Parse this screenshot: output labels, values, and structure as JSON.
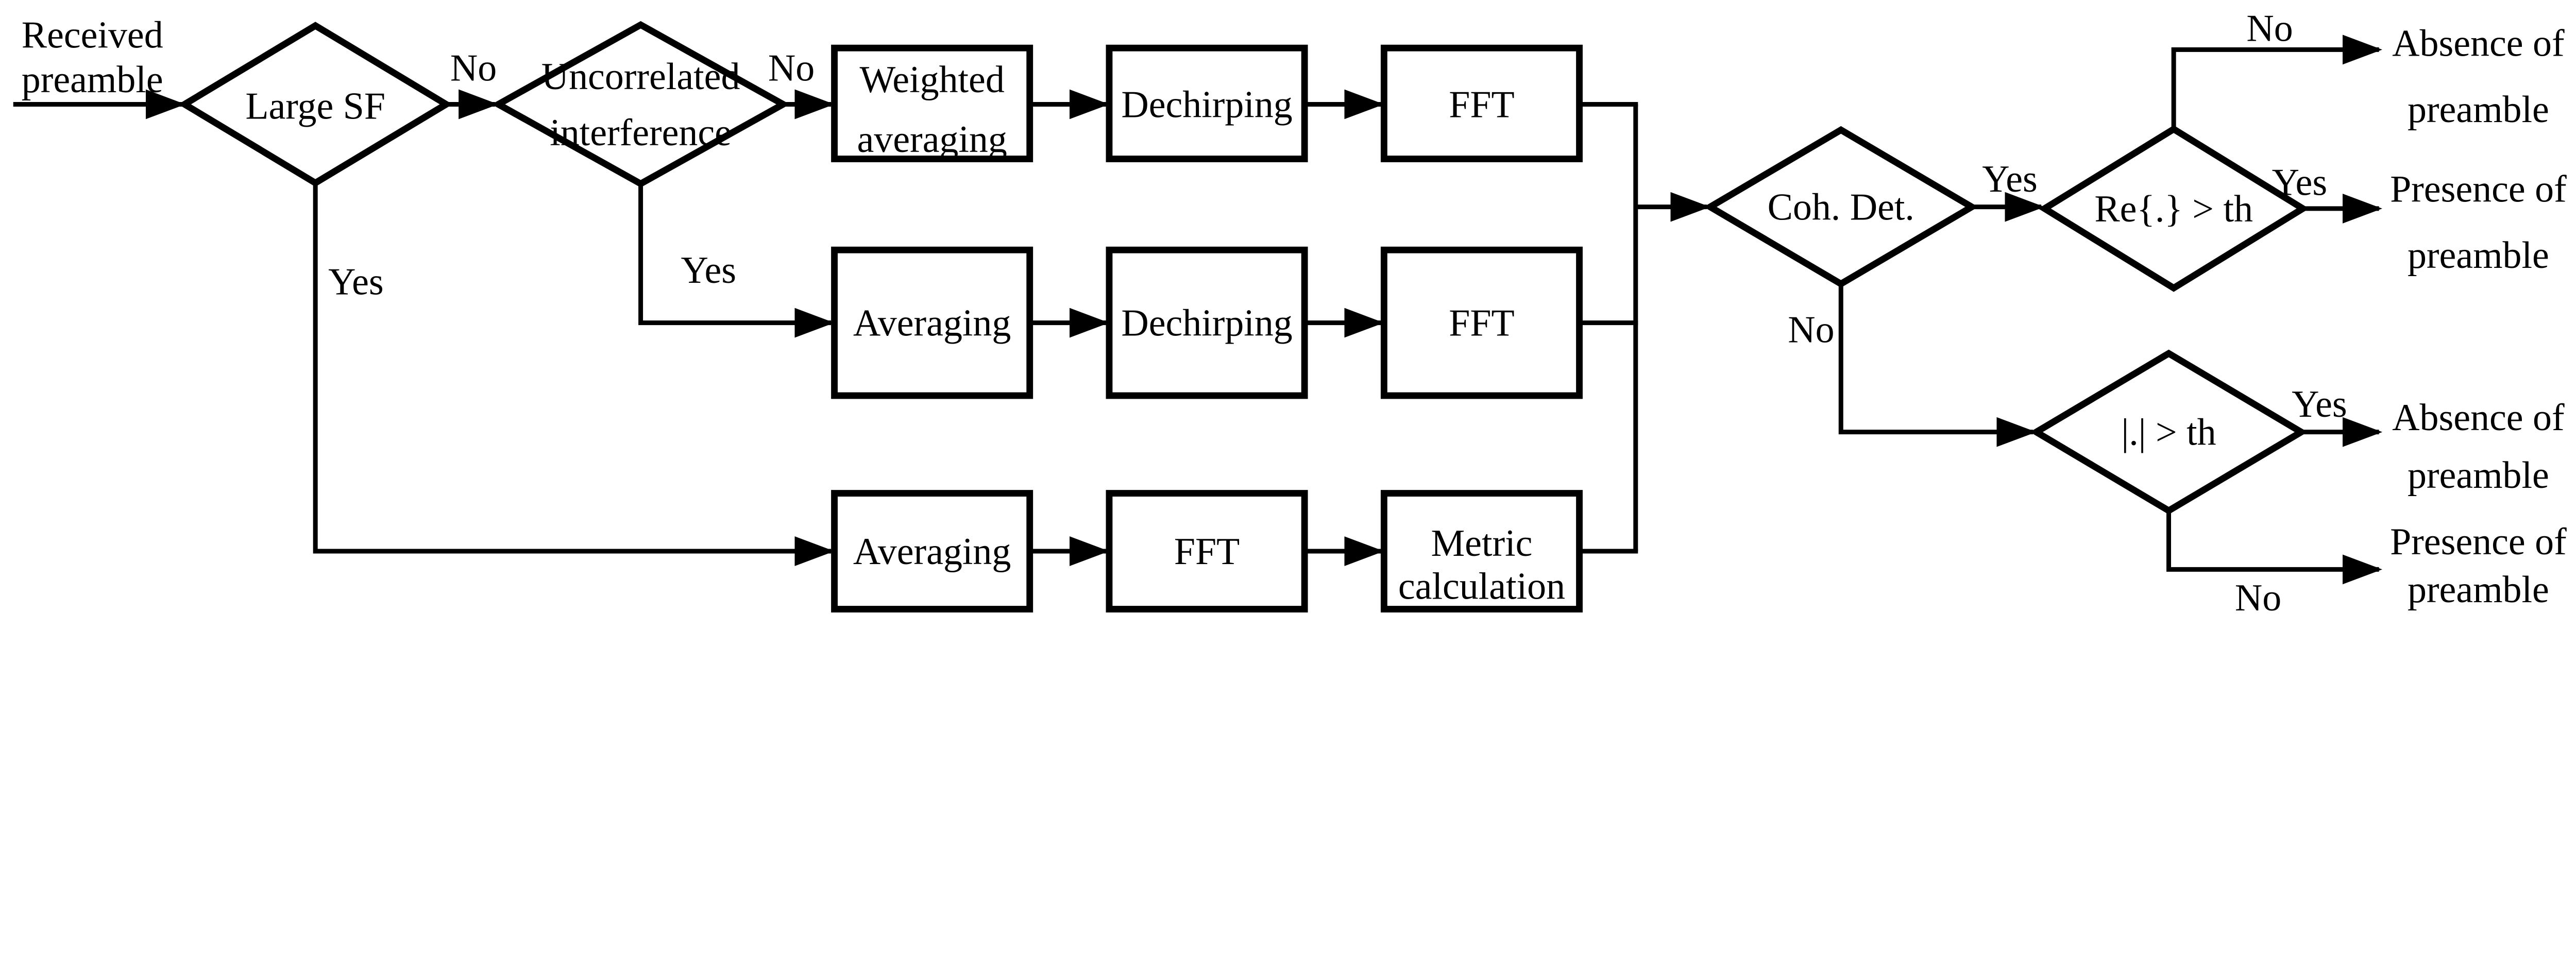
{
  "figure": {
    "type": "flowchart",
    "background_color": "#ffffff",
    "line_color": "#000000",
    "input": {
      "line1": "Received",
      "line2": "preamble"
    },
    "decisions": {
      "large_sf": {
        "label": "Large SF"
      },
      "uncorrelated_interference": {
        "line1": "Uncorrelated",
        "line2": "interference"
      },
      "coherent_detection": {
        "label": "Coh. Det."
      },
      "real_threshold": {
        "label": "Re{.} > th"
      },
      "magnitude_threshold": {
        "label": "|.| > th"
      }
    },
    "branches": {
      "large_sf_no": "No",
      "large_sf_yes": "Yes",
      "uncorrelated_no": "No",
      "uncorrelated_yes": "Yes",
      "coh_det_yes": "Yes",
      "coh_det_no": "No",
      "real_th_no": "No",
      "real_th_yes": "Yes",
      "magnitude_yes": "Yes",
      "magnitude_no": "No"
    },
    "processing_rows": {
      "row1": {
        "box1_line1": "Weighted",
        "box1_line2": "averaging",
        "box2": "Dechirping",
        "box3": "FFT"
      },
      "row2": {
        "box1": "Averaging",
        "box2": "Dechirping",
        "box3": "FFT"
      },
      "row3": {
        "box1": "Averaging",
        "box2": "FFT",
        "box3_line1": "Metric",
        "box3_line2": "calculation"
      }
    },
    "outcomes": {
      "absence_top": {
        "line1": "Absence of",
        "line2": "preamble"
      },
      "presence_mid": {
        "line1": "Presence of",
        "line2": "preamble"
      },
      "absence_mid": {
        "line1": "Absence of",
        "line2": "preamble"
      },
      "presence_bottom": {
        "line1": "Presence of",
        "line2": "preamble"
      }
    }
  }
}
